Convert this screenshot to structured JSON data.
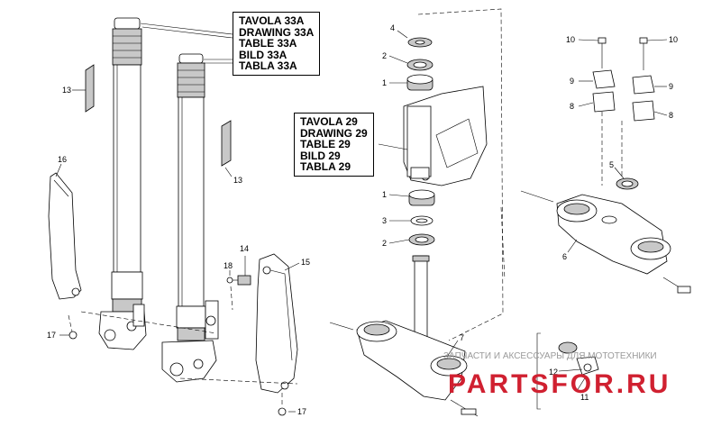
{
  "ref_box_33a": [
    "TAVOLA 33A",
    "DRAWING 33A",
    "TABLE 33A",
    "BILD 33A",
    "TABLA 33A"
  ],
  "ref_box_29": [
    "TAVOLA 29",
    "DRAWING 29",
    "TABLE 29",
    "BILD 29",
    "TABLA 29"
  ],
  "callouts": {
    "c13a": "13",
    "c13b": "13",
    "c16": "16",
    "c17a": "17",
    "c17b": "17",
    "c18": "18",
    "c14": "14",
    "c15": "15",
    "c4": "4",
    "c2a": "2",
    "c1a": "1",
    "c1b": "1",
    "c3": "3",
    "c2b": "2",
    "c7": "7",
    "c10a": "10",
    "c10b": "10",
    "c9a": "9",
    "c9b": "9",
    "c8a": "8",
    "c8b": "8",
    "c5": "5",
    "c6": "6",
    "c12": "12",
    "c11": "11"
  },
  "watermark": {
    "text": "ЗАПЧАСТИ И АКСЕССУАРЫ ДЛЯ МОТОТЕХНИКИ",
    "logo": "PARTSFOR.RU",
    "color": "#d02030"
  }
}
